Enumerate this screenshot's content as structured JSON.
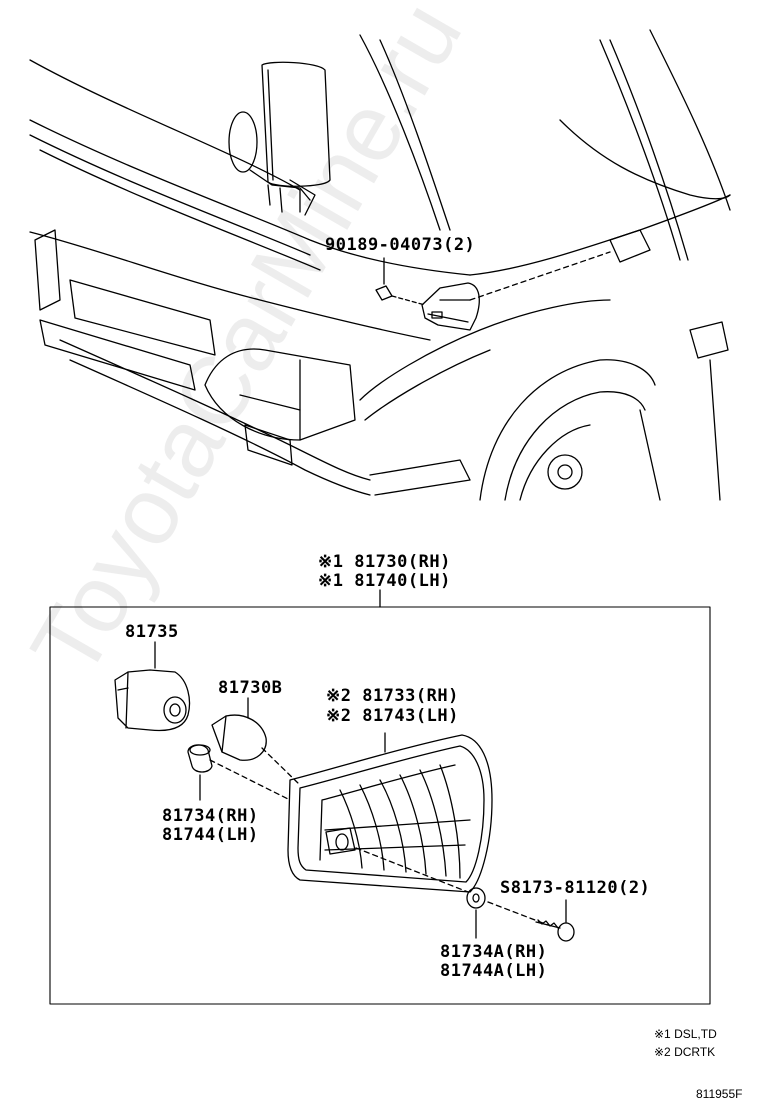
{
  "watermark": "ToyotaCarMine.ru",
  "top_callout": "90189-04073(2)",
  "assembly": {
    "rh": "※1 81730(RH)",
    "lh": "※1 81740(LH)"
  },
  "parts": {
    "socket": "81735",
    "bulb": "81730B",
    "lens_rh": "※2 81733(RH)",
    "lens_lh": "※2 81743(LH)",
    "packing_rh": "81734(RH)",
    "packing_lh": "81744(LH)",
    "screw": "S8173-81120(2)",
    "gasket_rh": "81734A(RH)",
    "gasket_lh": "81744A(LH)"
  },
  "notes": {
    "note1": "※1 DSL,TD",
    "note2": "※2 DCRTK"
  },
  "figure_id": "811955F"
}
